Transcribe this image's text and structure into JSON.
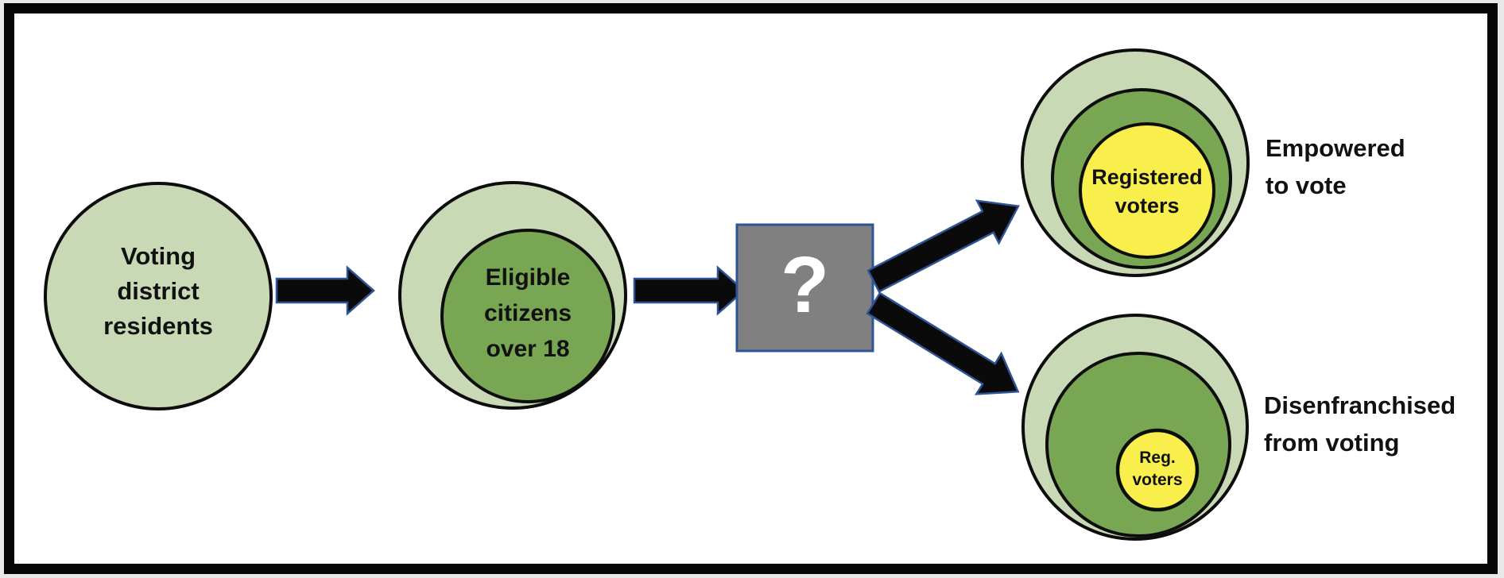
{
  "title": "Voter registration funnel diagram",
  "colors": {
    "page_bg": "#e8e8e8",
    "canvas_bg": "#ffffff",
    "frame_border": "#050505",
    "light_green": "#c9d9b6",
    "dark_green": "#79a653",
    "yellow": "#f8ef4d",
    "arrow_fill": "#0a0a0a",
    "arrow_outline": "#2f5496",
    "box_fill": "#808080",
    "box_outline": "#2f5496",
    "question_mark": "#ffffff",
    "text": "#111111"
  },
  "nodes": {
    "voting_district": {
      "label": "Voting\ndistrict\nresidents"
    },
    "eligible_citizens": {
      "label": "Eligible\ncitizens\nover 18"
    },
    "unknown_step": {
      "label": "?"
    },
    "registered_voters": {
      "label": "Registered\nvoters"
    },
    "registered_voters_small": {
      "label": "Reg.\nvoters"
    }
  },
  "annotations": {
    "empowered": {
      "label": "Empowered\nto vote"
    },
    "disenfranchised": {
      "label": "Disenfranchised\nfrom voting"
    }
  }
}
